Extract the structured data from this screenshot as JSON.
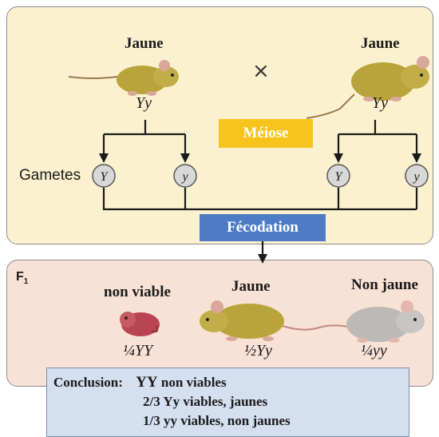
{
  "parent_left": {
    "phenotype": "Jaune",
    "genotype": "Yy"
  },
  "parent_right": {
    "phenotype": "Jaune",
    "genotype": "Yy"
  },
  "cross_symbol": "×",
  "meiose_label": "Méiose",
  "gametes_label": "Gametes",
  "gametes": [
    "Y",
    "y",
    "Y",
    "y"
  ],
  "fecondation_label": "Fécodation",
  "f1": {
    "label": "F",
    "label_sub": "1",
    "offspring": [
      {
        "phenotype": "non viable",
        "fraction": "¼",
        "genotype": "YY"
      },
      {
        "phenotype": "Jaune",
        "fraction": "½",
        "genotype": "Yy"
      },
      {
        "phenotype": "Non jaune",
        "fraction": "¼",
        "genotype": "yy"
      }
    ]
  },
  "conclusion": {
    "title": "Conclusion:",
    "line1_geno": "YY",
    "line1_text": "non viables",
    "line2": "2/3  Yy viables, jaunes",
    "line3": "1/3  yy viables, non jaunes"
  },
  "colors": {
    "top_panel": "#fcf1cf",
    "f1_panel": "#f8e2d6",
    "meiose_box": "#f6c41c",
    "fecondation_box": "#4e7bc5",
    "conclusion_box": "#d4dff0",
    "yellow_mouse": "#b9a43c",
    "grey_mouse": "#bdb9b6",
    "embryo": "#b8454f"
  }
}
